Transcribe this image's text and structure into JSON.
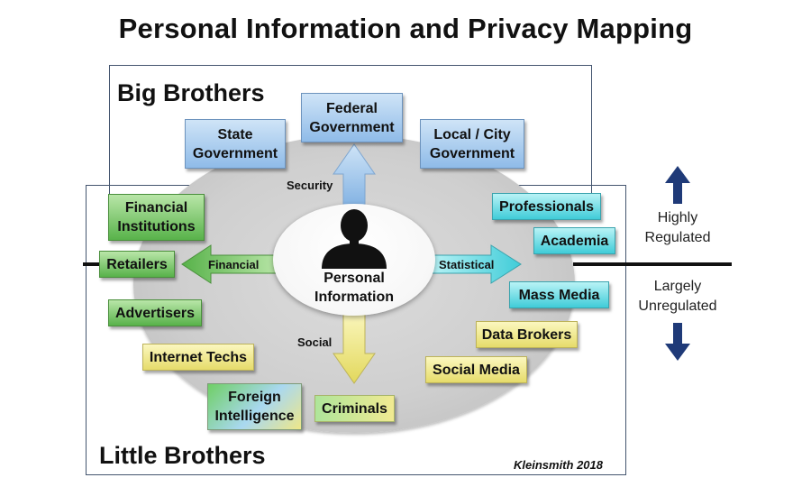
{
  "title": "Personal Information and Privacy Mapping",
  "groups": {
    "big": "Big Brothers",
    "little": "Little Brothers"
  },
  "center": {
    "label_line1": "Personal",
    "label_line2": "Information",
    "icon": "person-silhouette-icon"
  },
  "arrows": {
    "up": "Security",
    "left": "Financial",
    "right": "Statistical",
    "down": "Social"
  },
  "entities": {
    "federal_line1": "Federal",
    "federal_line2": "Government",
    "state_line1": "State",
    "state_line2": "Government",
    "local_line1": "Local / City",
    "local_line2": "Government",
    "financial_line1": "Financial",
    "financial_line2": "Institutions",
    "retailers": "Retailers",
    "advertisers": "Advertisers",
    "internet_techs": "Internet Techs",
    "foreign_line1": "Foreign",
    "foreign_line2": "Intelligence",
    "criminals": "Criminals",
    "social_media": "Social Media",
    "data_brokers": "Data Brokers",
    "mass_media": "Mass Media",
    "academia": "Academia",
    "professionals": "Professionals"
  },
  "regulation": {
    "highly_line1": "Highly",
    "highly_line2": "Regulated",
    "largely_line1": "Largely",
    "largely_line2": "Unregulated"
  },
  "credit": "Kleinsmith 2018",
  "colors": {
    "blue": "#8fbbe8",
    "green": "#58b24a",
    "cyan": "#40ccd8",
    "yellow": "#e6dc6a",
    "regulation_arrow": "#1f3a78"
  }
}
